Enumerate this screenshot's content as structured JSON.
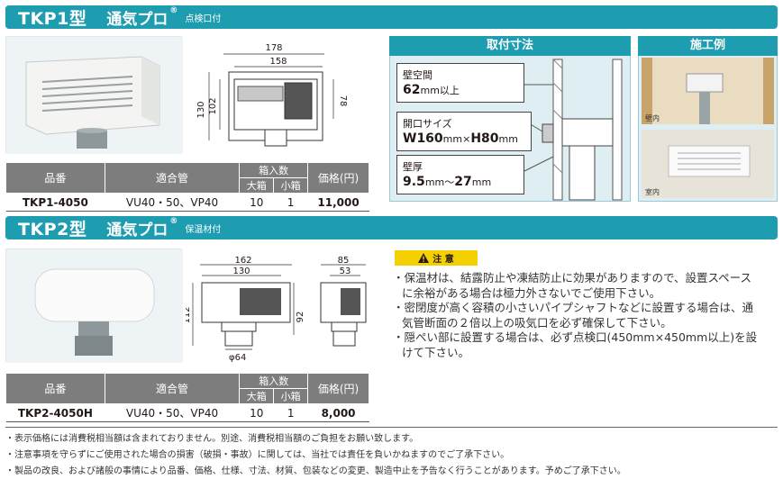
{
  "tkp1": {
    "model": "TKP1型",
    "series": "通気プロ",
    "reg_mark": "®",
    "note": "点検口付",
    "dims": {
      "w1": "178",
      "w2": "158",
      "h1": "130",
      "h2": "102",
      "d1": "78"
    },
    "table": {
      "headers": {
        "code": "品番",
        "pipe": "適合管",
        "qty": "箱入数",
        "big": "大箱",
        "small": "小箱",
        "price": "価格(円)"
      },
      "row": {
        "code": "TKP1-4050",
        "pipe": "VU40・50、VP40",
        "big": "10",
        "small": "1",
        "price": "11,000"
      }
    }
  },
  "install_dims": {
    "title": "取付寸法",
    "wall_gap_label": "壁空間",
    "wall_gap_value": "62",
    "wall_gap_unit": "mm以上",
    "opening_label": "開口サイズ",
    "opening_value_w": "W160",
    "opening_value_w_unit": "mm",
    "opening_x": "×",
    "opening_value_h": "H80",
    "opening_value_h_unit": "mm",
    "thickness_label": "壁厚",
    "thickness_value": "9.5",
    "thickness_mid": "mm〜",
    "thickness_value2": "27",
    "thickness_unit": "mm"
  },
  "install_example": {
    "title": "施工例",
    "caption_top": "壁内",
    "caption_bottom": "室内"
  },
  "tkp2": {
    "model": "TKP2型",
    "series": "通気プロ",
    "reg_mark": "®",
    "note": "保温材付",
    "dims": {
      "w1": "162",
      "w2": "130",
      "h1": "112",
      "h2": "92",
      "dia": "φ64",
      "s1": "85",
      "s2": "53"
    },
    "table": {
      "headers": {
        "code": "品番",
        "pipe": "適合管",
        "qty": "箱入数",
        "big": "大箱",
        "small": "小箱",
        "price": "価格(円)"
      },
      "row": {
        "code": "TKP2-4050H",
        "pipe": "VU40・50、VP40",
        "big": "10",
        "small": "1",
        "price": "8,000"
      }
    }
  },
  "caution": {
    "badge": "注 意",
    "items": [
      "・保温材は、結露防止や凍結防止に効果がありますので、設置スペースに余裕がある場合は極力外さないでご使用下さい。",
      "・密閉度が高く容積の小さいパイプシャフトなどに設置する場合は、通気管断面の２倍以上の吸気口を必ず確保して下さい。",
      "・隠ぺい部に設置する場合は、必ず点検口(450mm×450mm以上)を設けて下さい。"
    ]
  },
  "footnotes": [
    "・表示価格には消費税相当額は含まれておりません。別途、消費税相当額のご負担をお願い致します。",
    "・注意事項を守らずにご使用された場合の損害（破損・事故）に関しては、当社では責任を負いかねますのでご了承下さい。",
    "・製品の改良、および諸般の事情により品番、価格、仕様、寸法、材質、包装などの変更、製造中止を予告なく行うことがあります。予めご了承下さい。"
  ]
}
